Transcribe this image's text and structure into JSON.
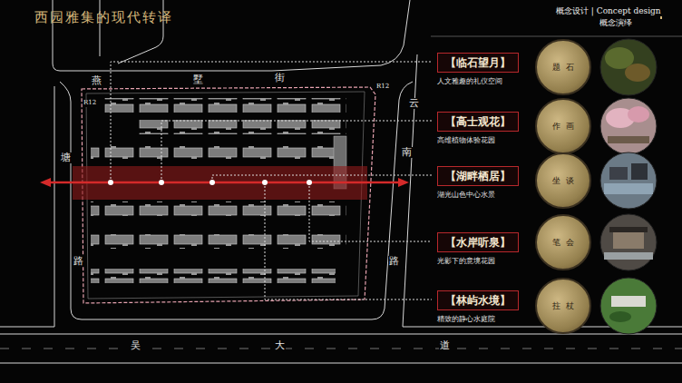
{
  "diagram": {
    "title": "西园雅集的现代转译",
    "nodes": [
      {
        "text": [
          "【临石望月】",
          "人文雅趣的礼仪空间"
        ]
      },
      {
        "text": [
          "题石"
        ]
      },
      {
        "text": [
          "【高士观花】",
          "高维植物体验花园"
        ]
      },
      {
        "text": [
          "作画"
        ]
      },
      {
        "text": [
          "【湖畔栖居】",
          "湖光山色中心水景"
        ]
      },
      {
        "text": [
          "坐谈"
        ]
      },
      {
        "text": [
          "【水岸听泉】",
          "光影下的意境花园"
        ]
      },
      {
        "text": [
          "笔会"
        ]
      },
      {
        "text": [
          "【林屿水境】",
          "精致的静心水庭院"
        ]
      },
      {
        "text": [
          "拄杖"
        ]
      }
    ],
    "labels": [
      "概念设计 | Concept design",
      "概念演绎",
      "燕",
      "墅",
      "街",
      "R12",
      "R12",
      "云",
      "塘",
      "南",
      "路",
      "路",
      "吴",
      "大",
      "道"
    ]
  }
}
